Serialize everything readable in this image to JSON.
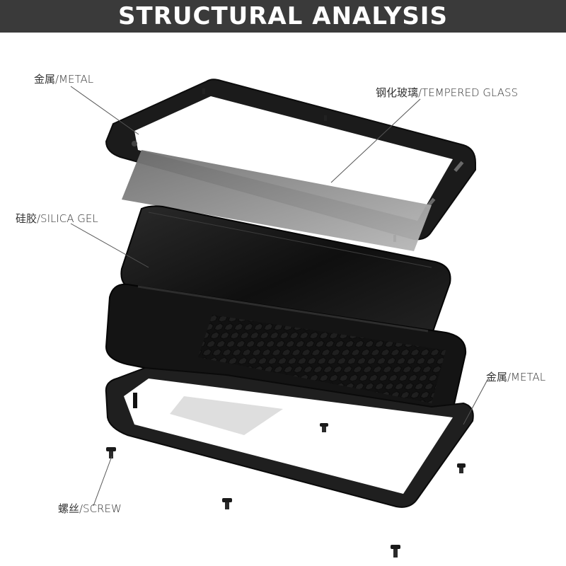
{
  "header": {
    "title": "STRUCTURAL ANALYSIS"
  },
  "labels": {
    "metal_top": "金属/METAL",
    "tempered_glass": "钢化玻璃/TEMPERED GLASS",
    "silica_gel": "硅胶/SILICA GEL",
    "metal_bottom": "金属/METAL",
    "screw": "螺丝/SCREW"
  },
  "colors": {
    "header_bg": "#3a3a3a",
    "metal_dark": "#1c1c1c",
    "glass": "#8a8a8a",
    "phone": "#151515"
  }
}
